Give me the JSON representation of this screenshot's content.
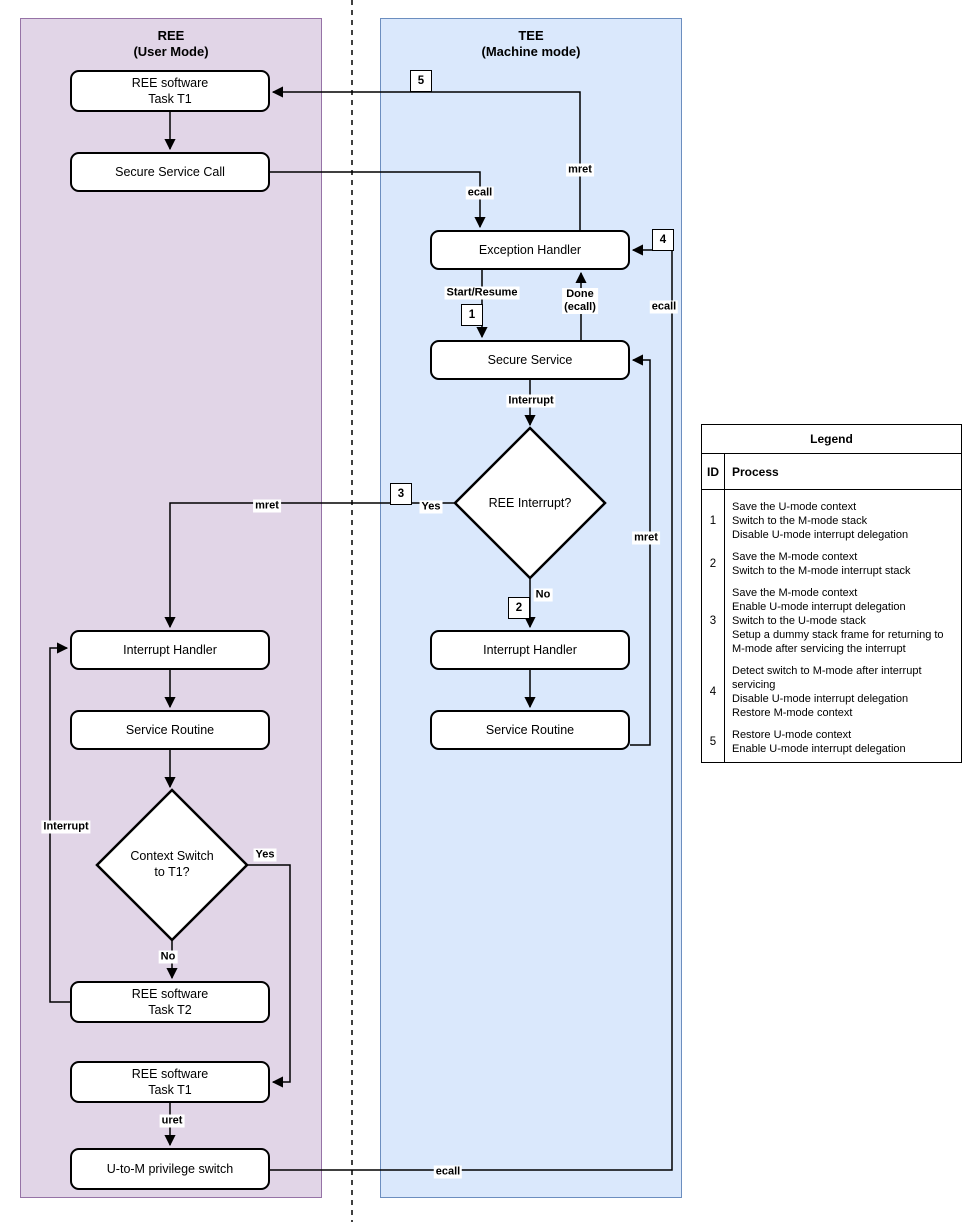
{
  "ree": {
    "title": "REE\n(User Mode)",
    "nodes": {
      "task_t1_top": "REE software\nTask T1",
      "secure_service_call": "Secure Service Call",
      "interrupt_handler": "Interrupt Handler",
      "service_routine": "Service Routine",
      "context_switch": "Context Switch\nto T1?",
      "task_t2": "REE software\nTask T2",
      "task_t1_bottom": "REE software\nTask T1",
      "u_to_m": "U-to-M privilege switch"
    }
  },
  "tee": {
    "title": "TEE\n(Machine mode)",
    "nodes": {
      "exception_handler": "Exception Handler",
      "secure_service": "Secure Service",
      "ree_interrupt": "REE Interrupt?",
      "interrupt_handler": "Interrupt Handler",
      "service_routine": "Service Routine"
    }
  },
  "edge_labels": {
    "mret_top": "mret",
    "ecall_top": "ecall",
    "start_resume": "Start/Resume",
    "done_ecall": "Done\n(ecall)",
    "ecall_right": "ecall",
    "interrupt_tee": "Interrupt",
    "yes_tee": "Yes",
    "no_tee": "No",
    "mret_left": "mret",
    "mret_right": "mret",
    "interrupt_ree": "Interrupt",
    "yes_ree": "Yes",
    "no_ree": "No",
    "uret": "uret",
    "ecall_bottom": "ecall"
  },
  "badges": {
    "b1": "1",
    "b2": "2",
    "b3": "3",
    "b4": "4",
    "b5": "5"
  },
  "legend": {
    "title": "Legend",
    "col_id": "ID",
    "col_process": "Process",
    "rows": [
      {
        "id": "1",
        "process": "Save the U-mode context\nSwitch to the M-mode stack\nDisable U-mode interrupt delegation"
      },
      {
        "id": "2",
        "process": "Save the M-mode context\nSwitch to the M-mode interrupt stack"
      },
      {
        "id": "3",
        "process": "Save the M-mode context\nEnable U-mode interrupt delegation\nSwitch to the U-mode stack\nSetup a dummy stack frame for returning to\nM-mode after servicing the interrupt"
      },
      {
        "id": "4",
        "process": "Detect switch to M-mode after interrupt\nservicing\nDisable U-mode interrupt delegation\nRestore M-mode context"
      },
      {
        "id": "5",
        "process": "Restore U-mode context\nEnable U-mode interrupt delegation"
      }
    ]
  },
  "colors": {
    "ree_fill": "#E1D5E7",
    "ree_border": "#9673A6",
    "tee_fill": "#DAE8FC",
    "tee_border": "#6C8EBF"
  }
}
